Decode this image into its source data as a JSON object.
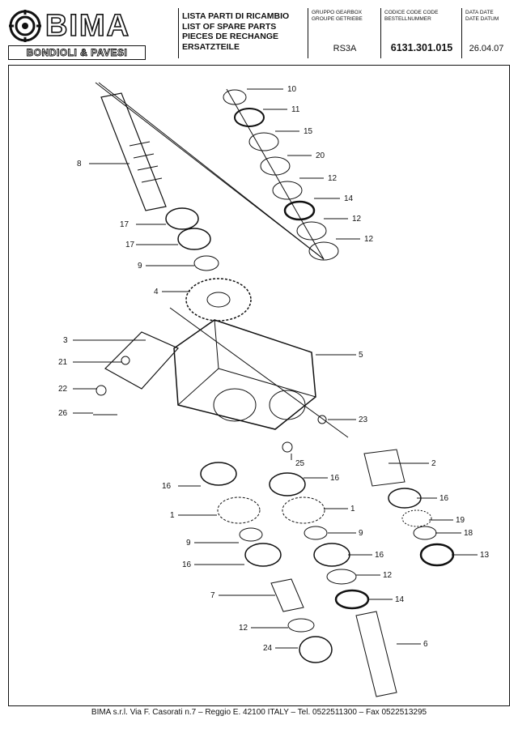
{
  "header": {
    "brand": "BIMA",
    "subbrand": "BONDIOLI & PAVESI",
    "titles": [
      "LISTA PARTI DI RICAMBIO",
      "LIST OF SPARE PARTS",
      "PIECES DE RECHANGE",
      "ERSATZTEILE"
    ],
    "group_label": "GRUPPO GEARBOX GROUPE GETRIEBE",
    "group_value": "RS3A",
    "code_label": "CODICE CODE CODE BESTELLNUMMER",
    "code_value": "6131.301.015",
    "date_label": "DATA DATE DATE DATUM",
    "date_value": "26.04.07"
  },
  "callouts": [
    "10",
    "11",
    "15",
    "20",
    "12",
    "14",
    "12",
    "12",
    "8",
    "17",
    "17",
    "9",
    "4",
    "3",
    "21",
    "22",
    "26",
    "5",
    "23",
    "25",
    "2",
    "16",
    "16",
    "16",
    "1",
    "1",
    "19",
    "18",
    "13",
    "9",
    "9",
    "16",
    "16",
    "7",
    "12",
    "14",
    "12",
    "24",
    "6"
  ],
  "footer": "BIMA s.r.l. Via F. Casorati n.7  –  Reggio E. 42100 ITALY  –  Tel. 0522511300  –  Fax 0522513295"
}
